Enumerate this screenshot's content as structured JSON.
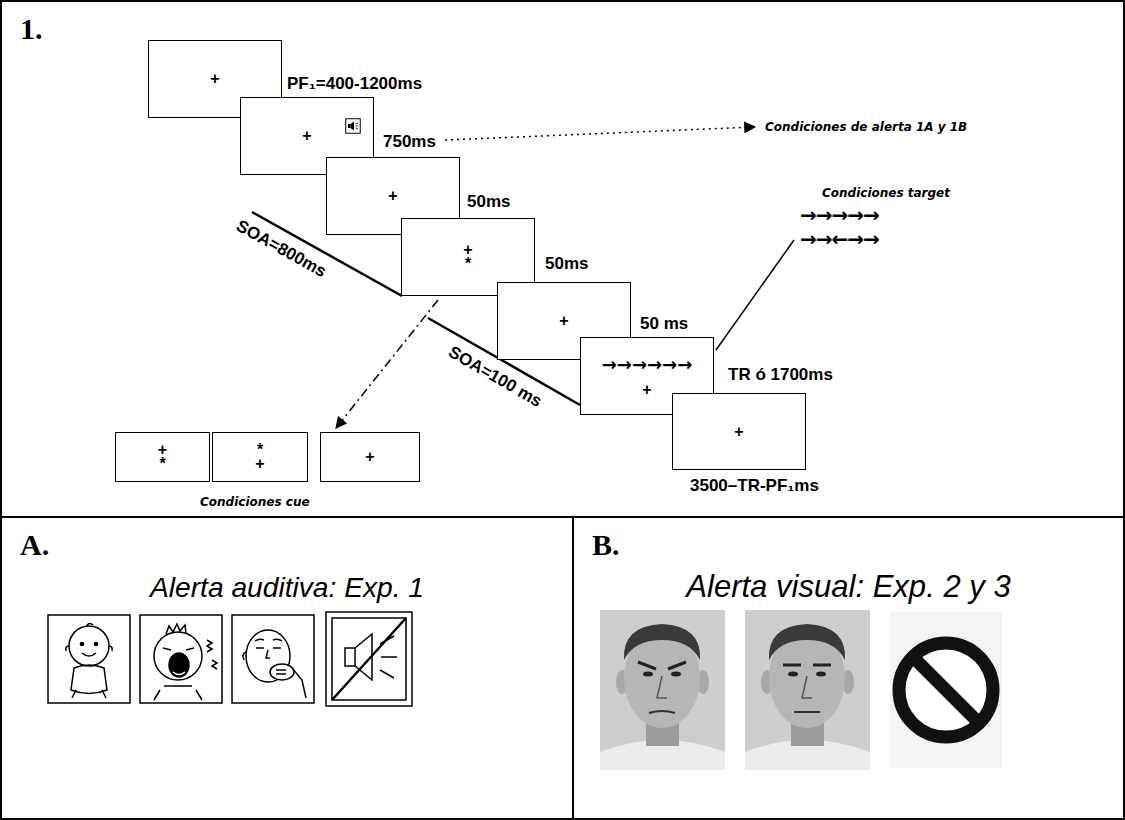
{
  "diagram": {
    "nodes": [
      {
        "text": [
          "1."
        ]
      },
      {
        "text": [
          "+"
        ],
        "in": 0
      },
      {
        "text": [
          "+"
        ],
        "in": 0
      },
      {
        "text": [
          "+"
        ],
        "in": 0
      },
      {
        "text": [
          "+",
          "*"
        ],
        "in": 0
      },
      {
        "text": [
          "+"
        ],
        "in": 0
      },
      {
        "text": [
          "→→→→→→",
          "+"
        ],
        "in": 0
      },
      {
        "text": [
          "+"
        ],
        "in": 0
      },
      {
        "text": [
          "+",
          "*"
        ],
        "in": 0
      },
      {
        "text": [
          "*",
          "+"
        ],
        "in": 0
      },
      {
        "text": [
          "+"
        ],
        "in": 0
      },
      {
        "text": [
          "A.",
          "Alerta auditiva: Exp. 1"
        ]
      },
      {
        "text": [
          "B.",
          "Alerta visual: Exp. 2 y 3"
        ]
      }
    ],
    "labels": [
      "PF₁=400-1200ms",
      "750ms",
      "Condiciones de alerta 1A y 1B",
      "50ms",
      "50ms",
      "50 ms",
      "Condiciones target",
      "→→→→→",
      "→→←→→",
      "TR ó 1700ms",
      "3500–TR-PF₁ms",
      "SOA=800ms",
      "SOA=100 ms",
      "Condiciones cue"
    ]
  }
}
